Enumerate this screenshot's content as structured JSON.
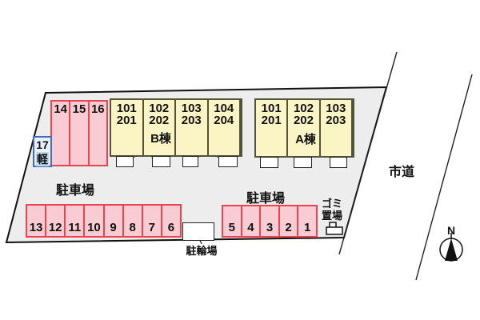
{
  "diagram": {
    "road_label": "市道",
    "compass_label": "N",
    "parking_label_left": "駐車場",
    "parking_label_right": "駐車場",
    "bicycle_label": "駐輪場",
    "garbage_label_line1": "ゴミ",
    "garbage_label_line2": "置場"
  },
  "buildings": [
    {
      "name": "B棟",
      "units": [
        {
          "first_floor": "101",
          "second_floor": "201"
        },
        {
          "first_floor": "102",
          "second_floor": "202"
        },
        {
          "first_floor": "103",
          "second_floor": "203"
        },
        {
          "first_floor": "104",
          "second_floor": "204"
        }
      ]
    },
    {
      "name": "A棟",
      "units": [
        {
          "first_floor": "101",
          "second_floor": "201"
        },
        {
          "first_floor": "102",
          "second_floor": "202"
        },
        {
          "first_floor": "103",
          "second_floor": "203"
        }
      ]
    }
  ],
  "parking_spots": {
    "upper_row": [
      "14",
      "15",
      "16"
    ],
    "kei_spot": {
      "number": "17",
      "type": "軽"
    },
    "lower_left_row": [
      "13",
      "12",
      "11",
      "10",
      "9",
      "8",
      "7",
      "6"
    ],
    "lower_right_row": [
      "5",
      "4",
      "3",
      "2",
      "1"
    ]
  },
  "colors": {
    "site_fill": "#ededed",
    "site_border": "#111111",
    "parking_fill": "#f9ccd3",
    "parking_border": "#e8454e",
    "building_fill": "#fbf4c4",
    "building_border": "#53533c",
    "kei_fill": "#e9f0fa",
    "kei_border": "#3c6cc3",
    "kei_highlight": "#bed8f2"
  }
}
